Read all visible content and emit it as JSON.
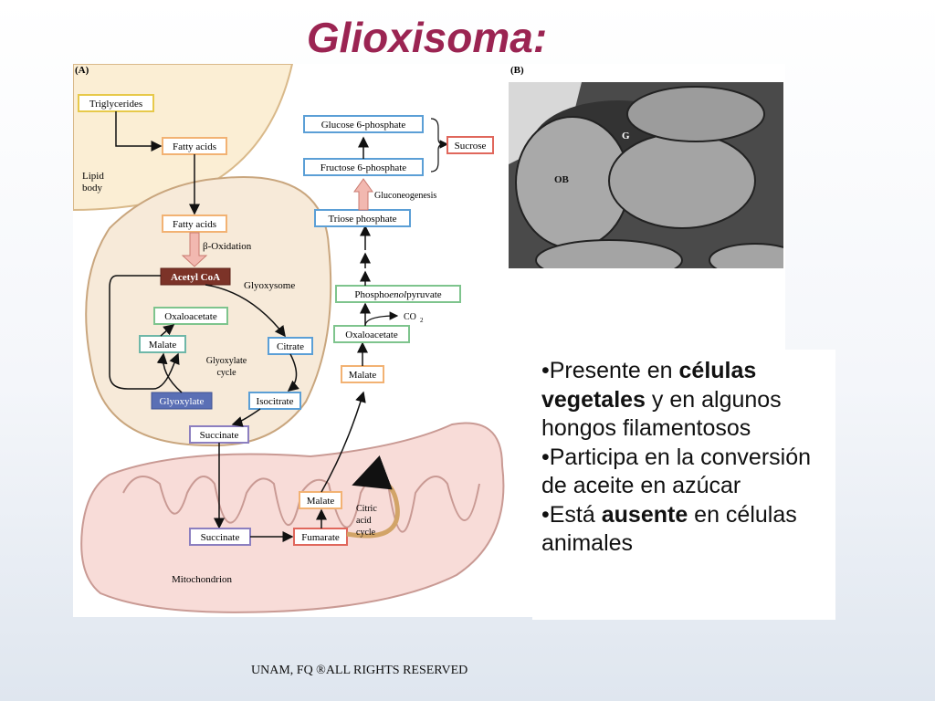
{
  "slide": {
    "title": "Glioxisoma:",
    "footer": "UNAM, FQ ®ALL RIGHTS RESERVED"
  },
  "figure": {
    "panel_a_label": "(A)",
    "panel_b_label": "(B)",
    "lipid_body": {
      "triglycerides": "Triglycerides",
      "fatty_acids": "Fatty acids",
      "label_line1": "Lipid",
      "label_line2": "body"
    },
    "glyoxysome": {
      "fatty_acids": "Fatty acids",
      "beta_oxidation": "β-Oxidation",
      "acetyl_coa": "Acetyl CoA",
      "label": "Glyoxysome",
      "oxaloacetate": "Oxaloacetate",
      "malate": "Malate",
      "citrate": "Citrate",
      "cycle_line1": "Glyoxylate",
      "cycle_line2": "cycle",
      "glyoxylate": "Glyoxylate",
      "isocitrate": "Isocitrate",
      "succinate": "Succinate"
    },
    "mitochondrion": {
      "succinate": "Succinate",
      "fumarate": "Fumarate",
      "malate": "Malate",
      "cycle_line1": "Citric",
      "cycle_line2": "acid",
      "cycle_line3": "cycle",
      "label": "Mitochondrion"
    },
    "cytosol": {
      "malate": "Malate",
      "oxaloacetate": "Oxaloacetate",
      "co2": "CO",
      "co2_sub": "2",
      "pep_prefix": "Phospho",
      "pep_italic": "enol",
      "pep_suffix": "pyruvate",
      "triose": "Triose phosphate",
      "gluconeogenesis": "Gluconeogenesis",
      "f6p": "Fructose 6-phosphate",
      "g6p": "Glucose 6-phosphate",
      "sucrose": "Sucrose"
    },
    "micrograph": {
      "g_label": "G",
      "ob_label": "OB"
    }
  },
  "bullets": {
    "b1_pre": "•Presente en ",
    "b1_bold1": "células vegetales",
    "b1_post": " y en algunos hongos filamentosos",
    "b2": "•Participa en la conversión de aceite en azúcar",
    "b3_pre": "•Está ",
    "b3_bold": "ausente",
    "b3_post": " en células animales"
  },
  "colors": {
    "title": "#9b2452",
    "lipid_fill": "#fbeed4",
    "glyoxysome_fill": "#f7ead9",
    "mito_fill": "#f8dcd8",
    "box_blue": "#5b9fd6",
    "box_green": "#7ec48d",
    "box_orange": "#f2b273",
    "box_purple": "#8c7fc0",
    "box_yellow": "#e7c94a",
    "box_red": "#e0675c",
    "acetyl_fill": "#7c3328"
  }
}
